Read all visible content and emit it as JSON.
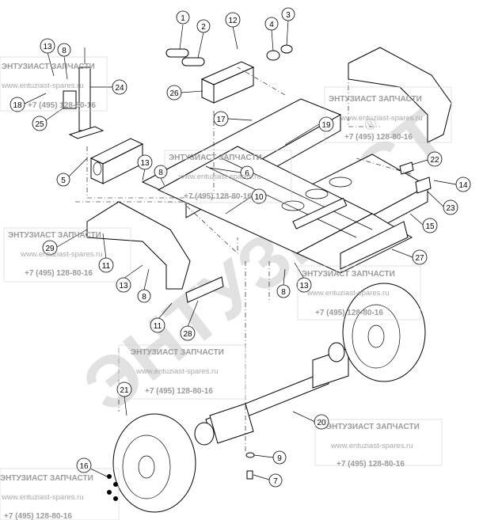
{
  "watermark": {
    "company": "ЭНТУЗИАСТ ЗАПЧАСТИ",
    "url": "www.entuziast-spares.ru",
    "phone": "+7 (495) 128-80-16",
    "big_text": "ЭНТУЗИАСТ",
    "registered": "®"
  },
  "callouts": [
    "1",
    "2",
    "3",
    "4",
    "5",
    "6",
    "7",
    "8",
    "9",
    "10",
    "11",
    "12",
    "13",
    "14",
    "15",
    "16",
    "17",
    "18",
    "19",
    "20",
    "21",
    "22",
    "23",
    "24",
    "25",
    "26",
    "27",
    "28",
    "29"
  ],
  "colors": {
    "line": "#000000",
    "watermark": "#9a9a9a",
    "big_watermark": "#c8c8c8"
  }
}
